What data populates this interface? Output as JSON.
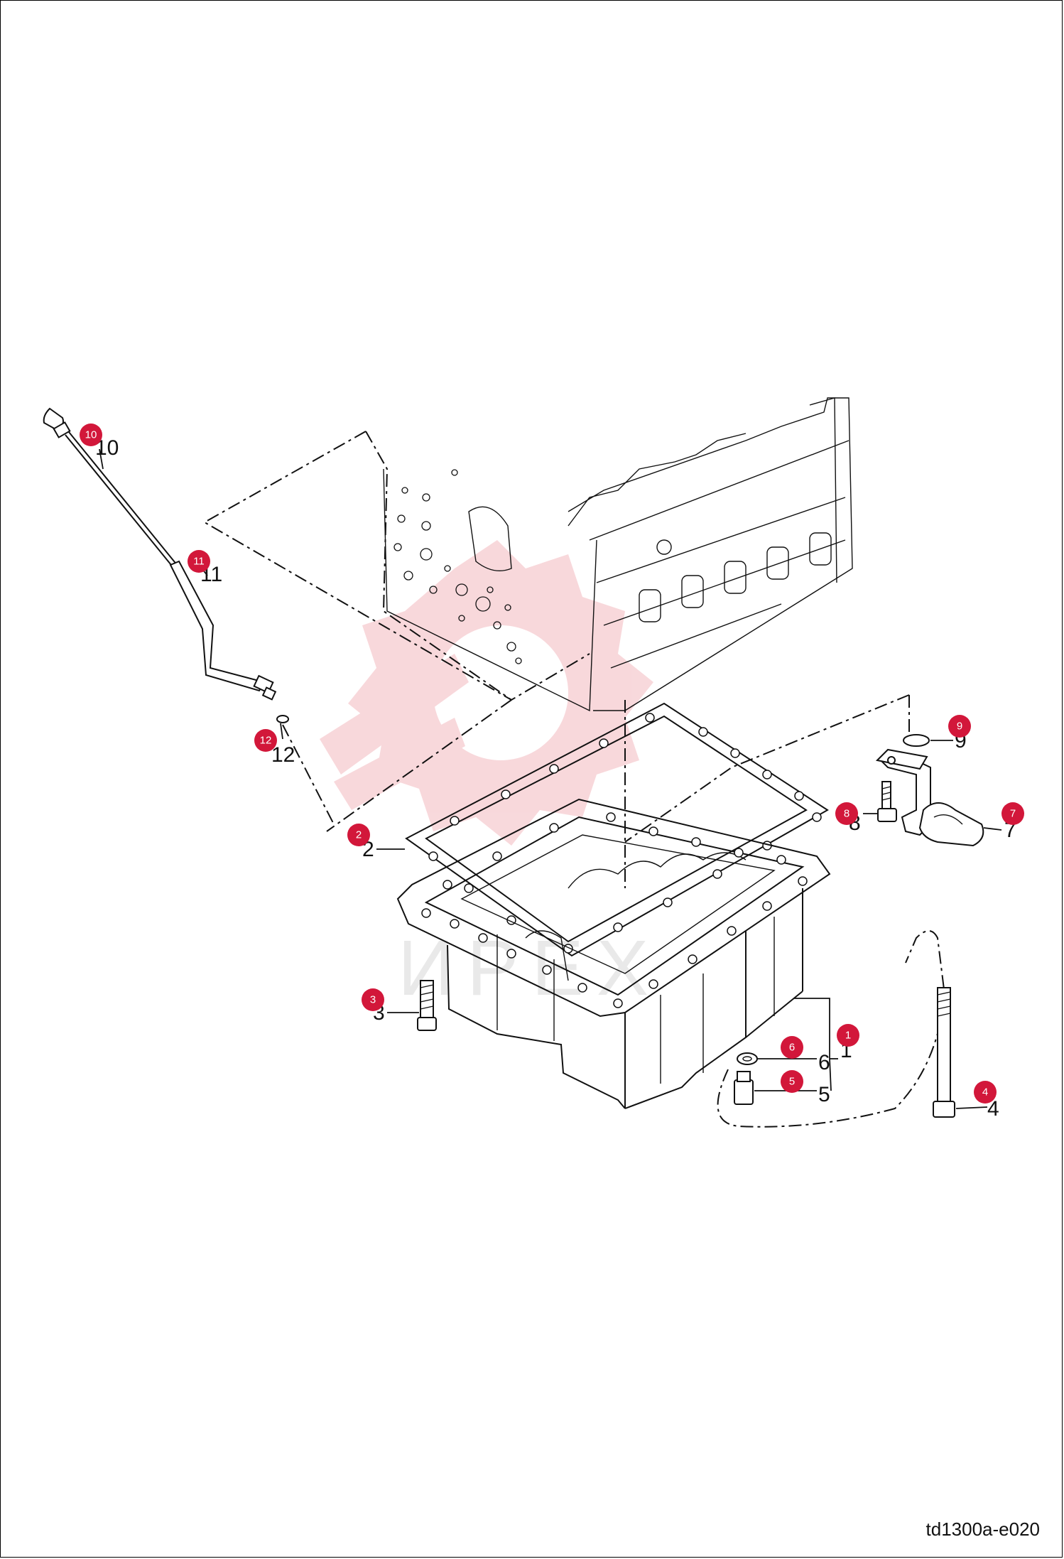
{
  "reference_code": "td1300a-e020",
  "watermark_text": "ИРЕХ",
  "colors": {
    "callout": "#d2173a",
    "watermark": "#f3b9bf",
    "line": "#111111"
  },
  "callouts": [
    {
      "id": "1",
      "badge": "1",
      "label": "1"
    },
    {
      "id": "2",
      "badge": "2",
      "label": "2"
    },
    {
      "id": "3",
      "badge": "3",
      "label": "3"
    },
    {
      "id": "4",
      "badge": "4",
      "label": "4"
    },
    {
      "id": "5",
      "badge": "5",
      "label": "5"
    },
    {
      "id": "6",
      "badge": "6",
      "label": "6"
    },
    {
      "id": "7",
      "badge": "7",
      "label": "7"
    },
    {
      "id": "8",
      "badge": "8",
      "label": "8"
    },
    {
      "id": "9",
      "badge": "9",
      "label": "9"
    },
    {
      "id": "10",
      "badge": "10",
      "label": "10"
    },
    {
      "id": "11",
      "badge": "11",
      "label": "11"
    },
    {
      "id": "12",
      "badge": "12",
      "label": "12"
    }
  ]
}
